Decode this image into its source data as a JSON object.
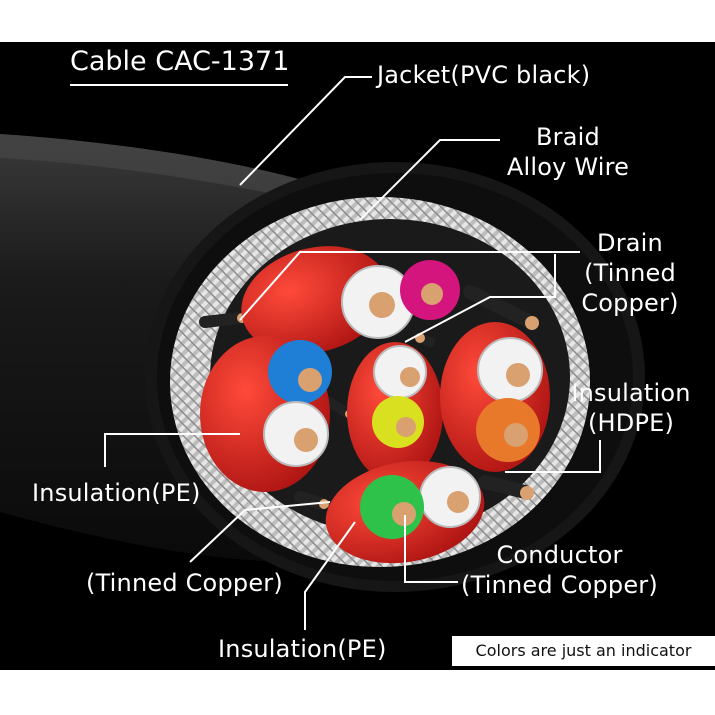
{
  "title": "Cable CAC-1371",
  "disclaimer": "Colors are just an indicator",
  "labels": {
    "jacket": "Jacket(PVC black)",
    "braid_line1": "Braid",
    "braid_line2": "Alloy Wire",
    "drain_line1": "Drain",
    "drain_line2": "(Tinned",
    "drain_line3": "Copper)",
    "insulation_hdpe_line1": "Insulation",
    "insulation_hdpe_line2": "(HDPE)",
    "insulation_pe_left": "Insulation(PE)",
    "tinned_copper_left": "(Tinned Copper)",
    "conductor_line1": "Conductor",
    "conductor_line2": "(Tinned Copper)",
    "insulation_pe_bottom": "Insulation(PE)"
  },
  "colors": {
    "background": "#000000",
    "jacket": "#1c1c1c",
    "braid": "#cfcfcf",
    "pair_shield": "#d42020",
    "copper": "#d9a070",
    "wire_white": "#f2f2f2",
    "wire_pink": "#d4157d",
    "wire_blue": "#1f7fd6",
    "wire_yellow": "#d8e020",
    "wire_orange": "#e8782a",
    "wire_green": "#2fc24a",
    "leader_line": "#ffffff"
  }
}
